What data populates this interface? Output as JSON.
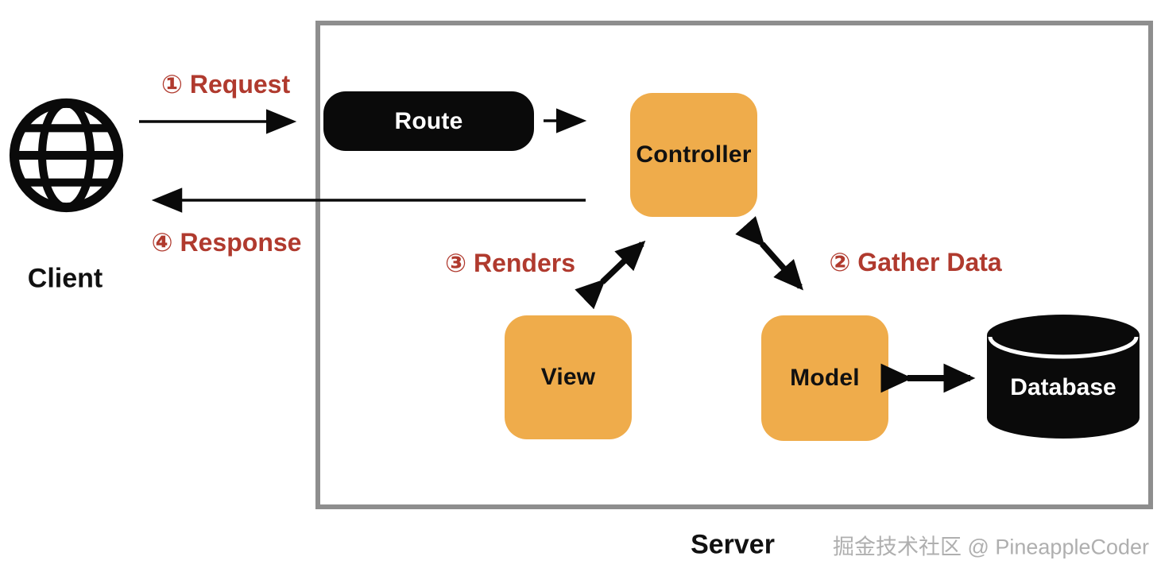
{
  "actors": {
    "client": "Client",
    "server": "Server"
  },
  "nodes": {
    "route": "Route",
    "controller": "Controller",
    "view": "View",
    "model": "Model",
    "database": "Database"
  },
  "flows": {
    "request": "① Request",
    "gather_data": "② Gather Data",
    "renders": "③ Renders",
    "response": "④ Response"
  },
  "watermark": "掘金技术社区 @ PineappleCoder",
  "icons": {
    "client": "globe-icon",
    "database": "database-cylinder-icon"
  },
  "colors": {
    "node_orange": "#EFAC4B",
    "node_dark": "#0A0A0A",
    "flow_red": "#B03A2E",
    "server_border": "#8E8E8E",
    "watermark_gray": "#AFAFAF"
  }
}
